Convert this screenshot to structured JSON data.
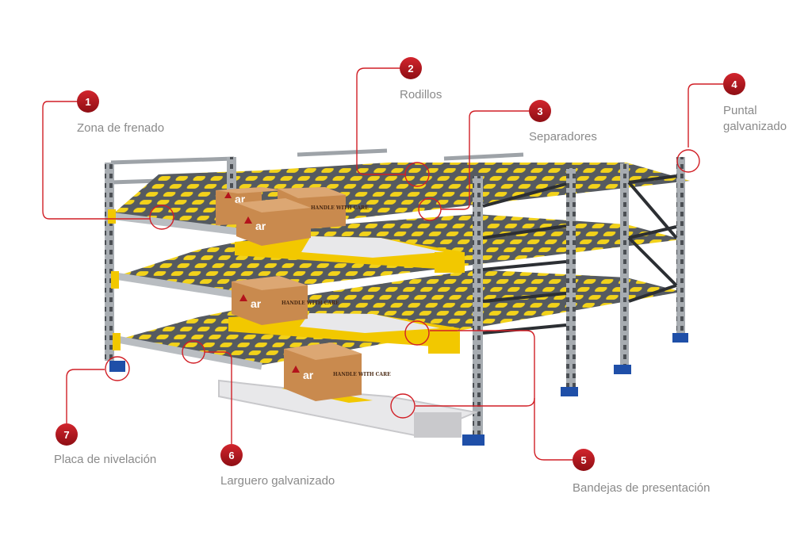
{
  "callouts": [
    {
      "num": "1",
      "label": "Zona de frenado"
    },
    {
      "num": "2",
      "label": "Rodillos"
    },
    {
      "num": "3",
      "label": "Separadores"
    },
    {
      "num": "4",
      "label": "Puntal",
      "label2": "galvanizado"
    },
    {
      "num": "5",
      "label": "Bandejas de presentación"
    },
    {
      "num": "6",
      "label": "Larguero galvanizado"
    },
    {
      "num": "7",
      "label": "Placa de nivelación"
    }
  ],
  "box": {
    "brand": "ar",
    "print": "HANDLE WITH CARE"
  },
  "colors": {
    "accent": "#b3131b",
    "roller": "#f2d21a",
    "steel": "#9ea3a8",
    "tray": "#f2c800",
    "base": "#1f4fa8",
    "box": "#c98a4e"
  }
}
